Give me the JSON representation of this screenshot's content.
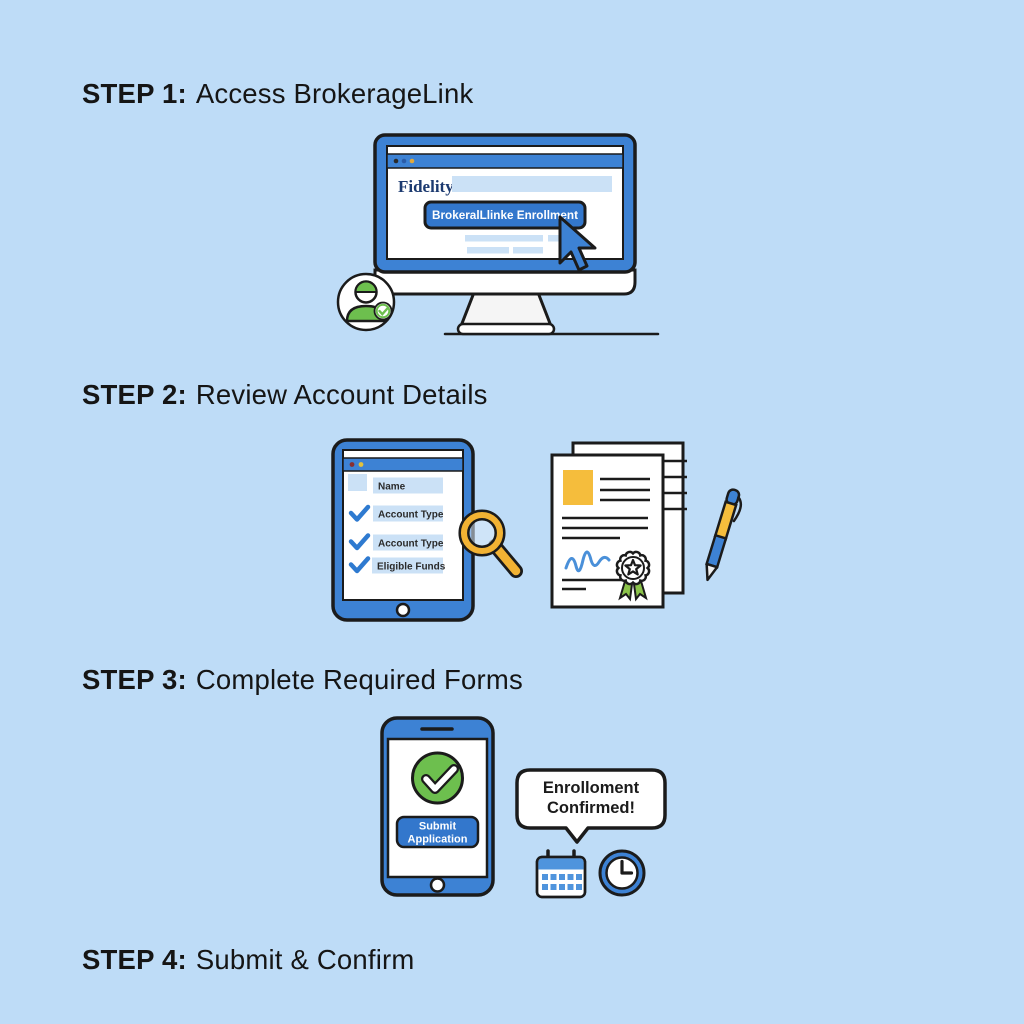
{
  "colors": {
    "background": "#bedcf7",
    "device_blue": "#3d82d4",
    "button_blue": "#3377cc",
    "light_fill": "#cbe1f6",
    "outline": "#1b1b1b",
    "green": "#6dbf4e",
    "yellow": "#f5bd3c",
    "navy": "#1c3a70",
    "check_blue": "#2e7ad0",
    "signature_blue": "#4a90d9"
  },
  "steps": [
    {
      "prefix": "STEP 1:",
      "title": "Access BrokerageLink"
    },
    {
      "prefix": "STEP 2:",
      "title": "Review Account Details"
    },
    {
      "prefix": "STEP 3:",
      "title": "Complete Required Forms"
    },
    {
      "prefix": "STEP 4:",
      "title": "Submit & Confirm"
    }
  ],
  "monitor": {
    "brand": "Fidelity",
    "enroll_button": "BrokeralLlinke Enrollment"
  },
  "tablet": {
    "rows": [
      {
        "label": "Name",
        "checked": false
      },
      {
        "label": "Account Type",
        "checked": true
      },
      {
        "label": "Account Type",
        "checked": true
      },
      {
        "label": "Eligible Funds",
        "checked": true
      }
    ]
  },
  "phone": {
    "submit_line1": "Submit",
    "submit_line2": "Application"
  },
  "speech_bubble": {
    "line1": "Enrolloment",
    "line2": "Confirmed!"
  }
}
